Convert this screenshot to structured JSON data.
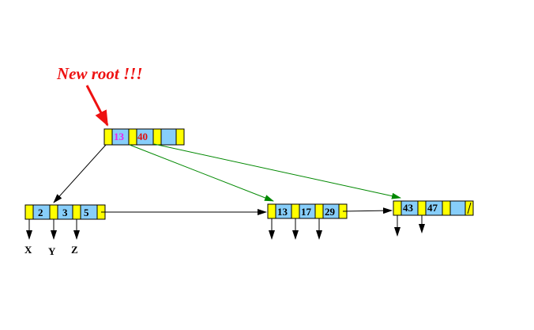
{
  "annotation": {
    "text": "New root !!!",
    "color": "#ee1111"
  },
  "colors": {
    "pointer_cell": "#ffff00",
    "key_cell": "#87cefa",
    "black": "#000000",
    "green": "#008800",
    "key_red": "#dd1111",
    "key_magenta": "#ee22ee"
  },
  "nodes": [
    {
      "id": "root",
      "keys": [
        "13",
        "40",
        ""
      ],
      "key_colors": [
        "#ee22ee",
        "#dd1111",
        "#000000"
      ]
    },
    {
      "id": "leaf1",
      "keys": [
        "2",
        "3",
        "5"
      ],
      "key_colors": [
        "#000000",
        "#000000",
        "#000000"
      ]
    },
    {
      "id": "leaf2",
      "keys": [
        "13",
        "17",
        "29"
      ],
      "key_colors": [
        "#000000",
        "#000000",
        "#000000"
      ]
    },
    {
      "id": "leaf3",
      "keys": [
        "43",
        "47",
        ""
      ],
      "key_colors": [
        "#000000",
        "#000000",
        "#000000"
      ],
      "null_last_pointer": true
    }
  ],
  "pointer_labels": [
    "X",
    "Y",
    "Z"
  ]
}
